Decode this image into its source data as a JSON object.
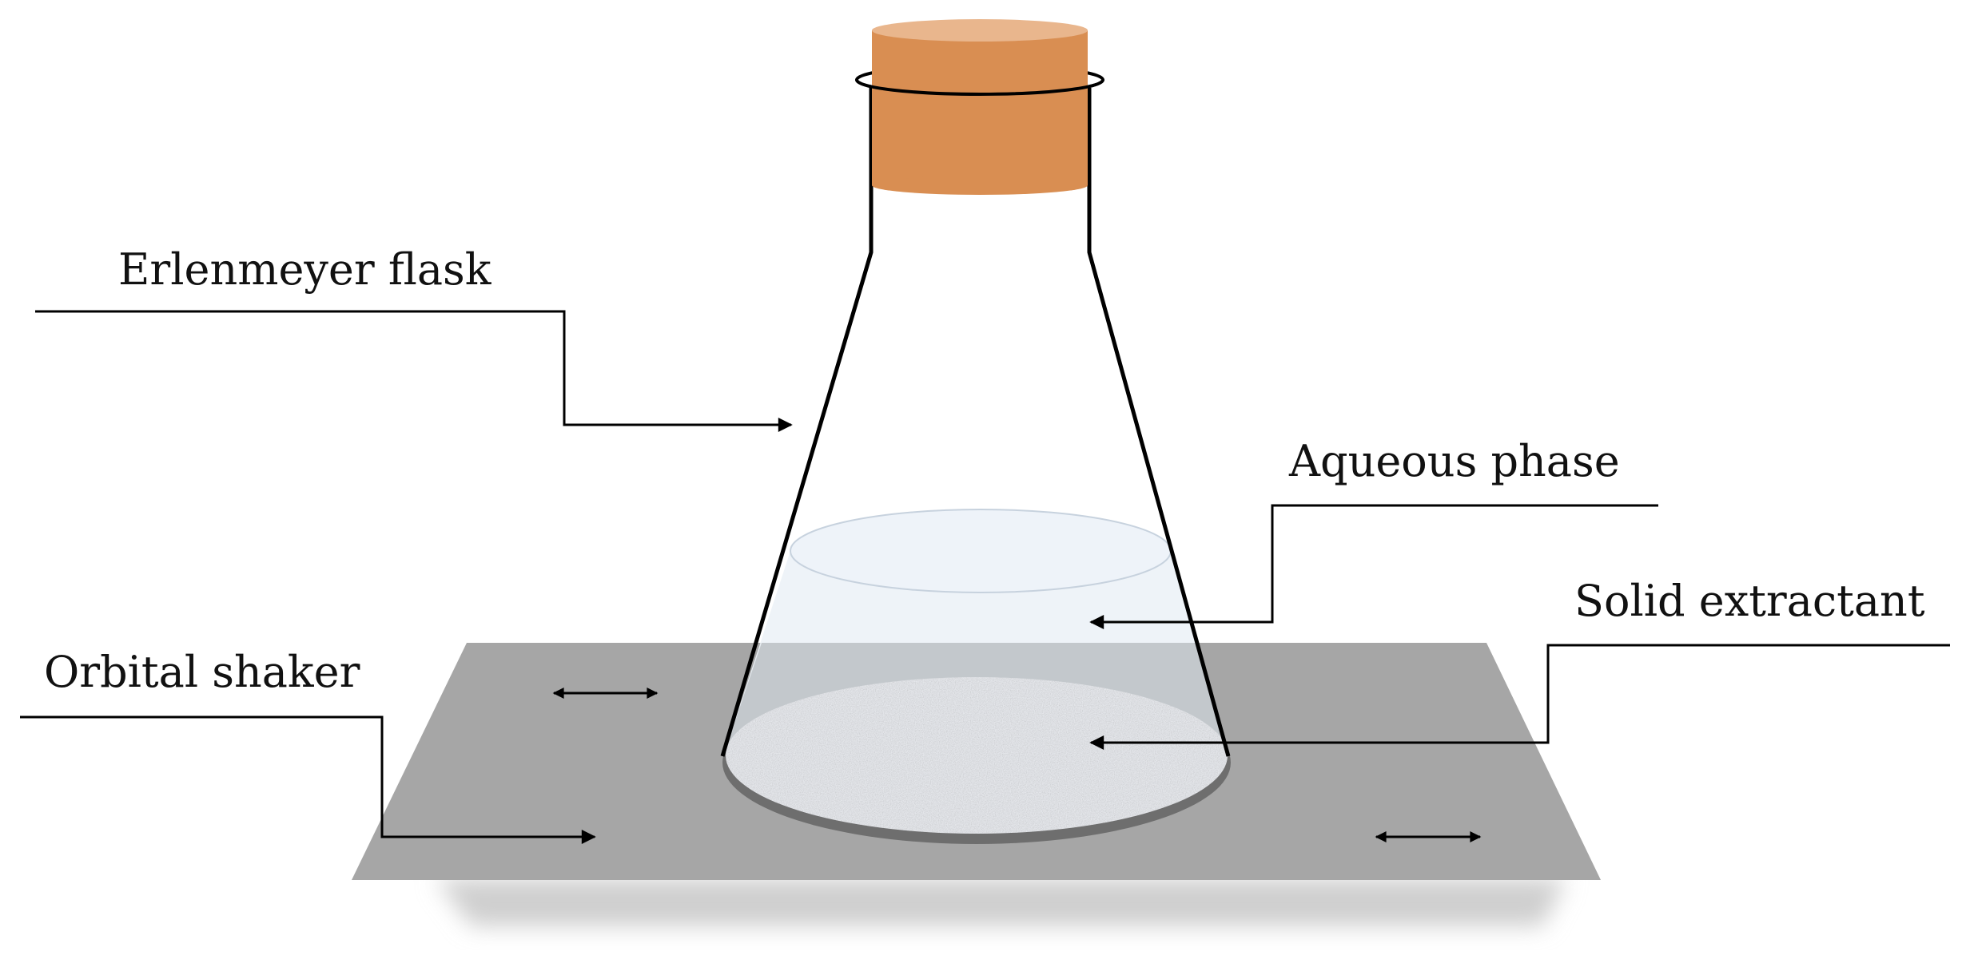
{
  "labels": {
    "flask": "Erlenmeyer flask",
    "aqueous": "Aqueous phase",
    "extractant": "Solid extractant",
    "shaker": "Orbital shaker"
  },
  "colors": {
    "cork": "#D98E52",
    "cork_top": "#E9B68D",
    "platform": "#A6A6A6",
    "shadow": "#D6D6D6",
    "aqueous": "#EDF2F8",
    "solid": "#E4E6EA",
    "line": "#000000"
  }
}
